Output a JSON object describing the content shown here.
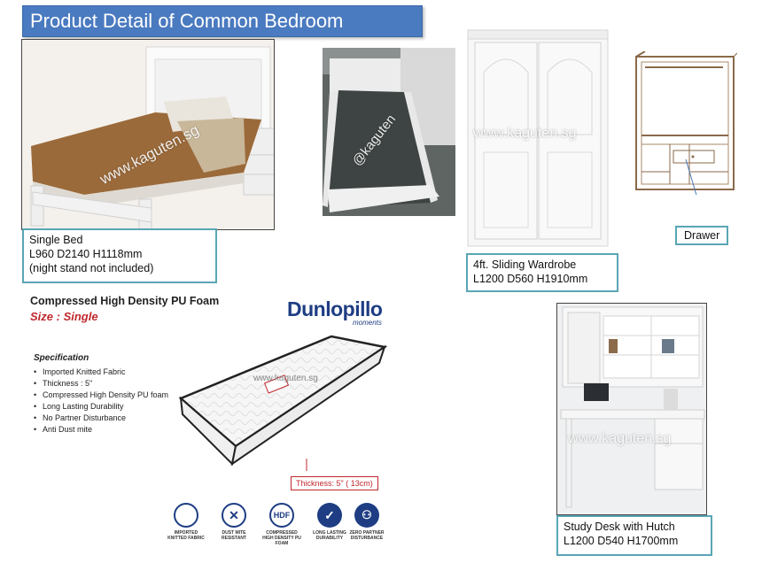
{
  "title": "Product Detail of Common Bedroom",
  "watermarks": {
    "bed": "www.kaguten.sg",
    "frame": "@kaguten",
    "wardrobe": "www.kaguten.sg",
    "mattress": "www.kaguten.sg",
    "desk": "www.kaguten.sg"
  },
  "bed": {
    "name": "Single Bed",
    "dimensions": "L960 D2140 H1118mm",
    "note": "(night stand not included)"
  },
  "wardrobe": {
    "name": "4ft. Sliding Wardrobe",
    "dimensions": "L1200 D560 H1910mm"
  },
  "drawer_label": "Drawer",
  "desk": {
    "name": "Study Desk with Hutch",
    "dimensions": "L1200 D540 H1700mm"
  },
  "mattress": {
    "title": "Compressed High Density PU Foam",
    "size": "Size :  Single",
    "brand": "Dunlopillo",
    "brand_sub": "moments",
    "spec_title": "Specification",
    "specs": [
      "Imported Knitted Fabric",
      "Thickness : 5\"",
      "Compressed High Density PU foam",
      "Long Lasting Durability",
      "No Partner Disturbance",
      "Anti Dust mite"
    ],
    "thickness": "Thickness: 5\" ( 13cm)",
    "features": [
      {
        "glyph": "",
        "label": "Imported Knitted Fabric"
      },
      {
        "glyph": "",
        "label": "Dust Mite Resistant"
      },
      {
        "glyph": "HDF",
        "label": "Compressed High Density PU Foam"
      },
      {
        "glyph": "",
        "label": "Long Lasting Durability"
      },
      {
        "glyph": "",
        "label": "Zero Partner Disturbance"
      }
    ]
  },
  "colors": {
    "title_bg": "#4a7ac0",
    "caption_border": "#5aa6b4",
    "brand": "#1e3d83",
    "accent_red": "#c0282d"
  }
}
